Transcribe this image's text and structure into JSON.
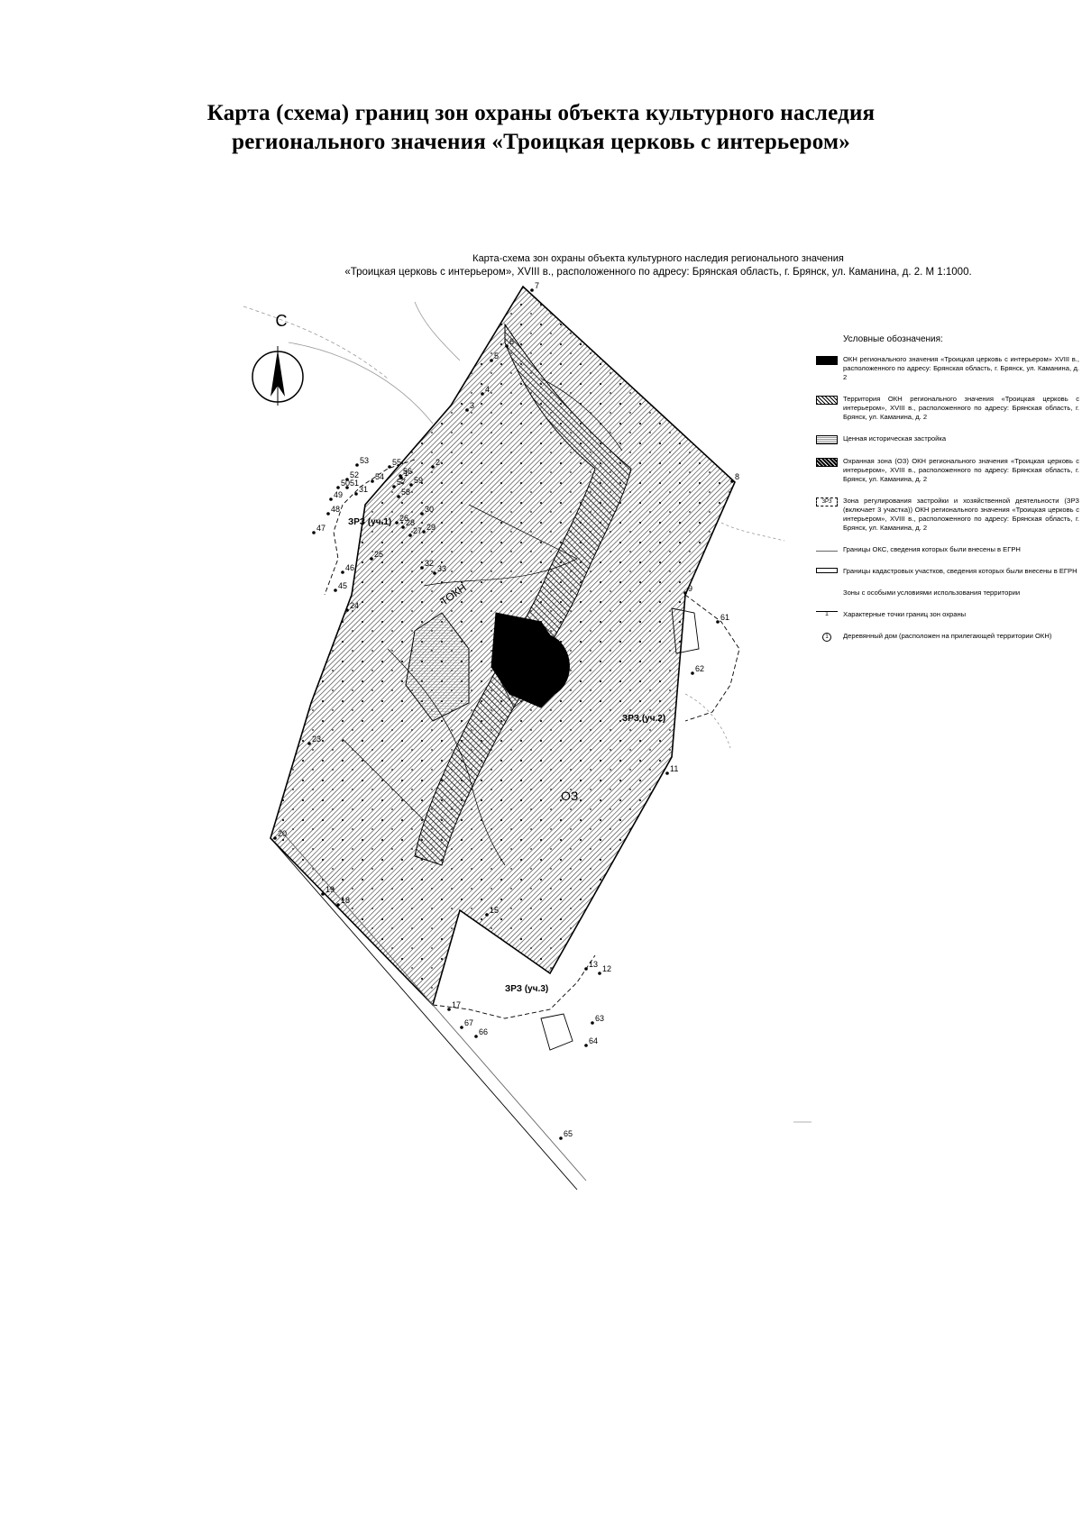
{
  "document": {
    "title_line1": "Карта (схема) границ зон охраны объекта культурного наследия",
    "title_line2": "регионального значения «Троицкая церковь с интерьером»"
  },
  "map": {
    "header_line1": "Карта-схема зон охраны объекта культурного наследия регионального значения",
    "header_line2": "«Троицкая церковь с интерьером», XVIII в., расположенного по адресу: Брянская область, г. Брянск, ул. Каманина, д. 2. М 1:1000.",
    "north_label": "С",
    "zone_labels": {
      "zrz1": "ЗРЗ (уч.1)",
      "zrz2": "ЗРЗ (уч.2)",
      "zrz3": "ЗРЗ (уч.3)",
      "oz": "ОЗ",
      "tokn": "ТОКН"
    },
    "points": [
      "1",
      "2",
      "3",
      "4",
      "5",
      "6",
      "7",
      "8",
      "9",
      "11",
      "12",
      "13",
      "15",
      "17",
      "18",
      "19",
      "20",
      "23",
      "24",
      "25",
      "26",
      "27",
      "28",
      "29",
      "30",
      "31",
      "32",
      "33",
      "45",
      "46",
      "47",
      "48",
      "49",
      "50",
      "51",
      "52",
      "53",
      "54",
      "55",
      "56",
      "57",
      "58",
      "59",
      "61",
      "62",
      "63",
      "64",
      "65",
      "66",
      "67"
    ],
    "legend": {
      "title": "Условные обозначения:",
      "items": [
        {
          "type": "okn",
          "text": "ОКН регионального значения «Троицкая церковь с интерьером» XVIII в., расположенного по адресу: Брянская область, г. Брянск, ул. Каманина, д. 2"
        },
        {
          "type": "terr",
          "text": "Территория ОКН регионального значения «Троицкая церковь с интерьером», XVIII в., расположенного по адресу: Брянская область, г. Брянск, ул. Каманина, д. 2"
        },
        {
          "type": "hist",
          "text": "Ценная историческая застройка"
        },
        {
          "type": "oz",
          "text": "Охранная зона (ОЗ) ОКН регионального значения «Троицкая церковь с интерьером», XVIII в., расположенного по адресу: Брянская область, г. Брянск, ул. Каманина, д. 2"
        },
        {
          "type": "zrz",
          "swatch": "ЗРЗ",
          "text": "Зона регулирования застройки и хозяйственной деятельности (ЗРЗ (включает 3 участка)) ОКН регионального значения «Троицкая церковь с интерьером», XVIII в., расположенного по адресу: Брянская область, г. Брянск, ул. Каманина, д. 2"
        },
        {
          "type": "oks",
          "text": "Границы ОКС, сведения которых были внесены в ЕГРН"
        },
        {
          "type": "cad",
          "text": "Границы кадастровых участков, сведения которых были внесены в ЕГРН"
        },
        {
          "type": "zouit",
          "text": "Зоны с особыми условиями использования территории"
        },
        {
          "type": "point",
          "swatch": "1",
          "text": "Характерные точки границ зон охраны"
        },
        {
          "type": "house",
          "swatch": "1",
          "text": "Деревянный дом (расположен на прилегающей территории ОКН)"
        }
      ]
    }
  }
}
